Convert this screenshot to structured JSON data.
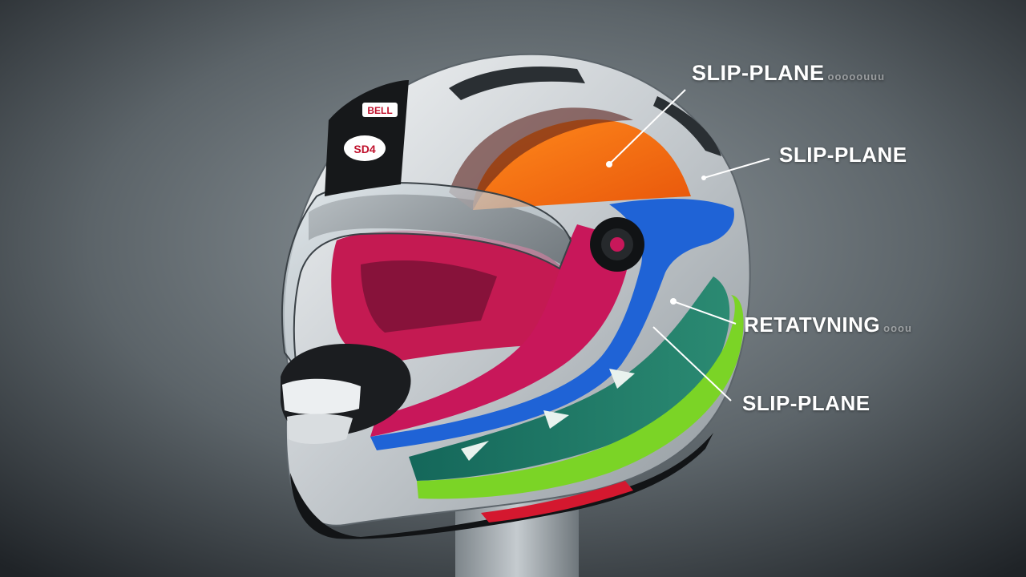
{
  "labels": {
    "top": {
      "text": "SLIP-PLANE",
      "trail": "ooooouuu"
    },
    "upper_right": {
      "text": "SLIP-PLANE"
    },
    "middle": {
      "text": "RETATVNING",
      "trail": "ooou"
    },
    "lower": {
      "text": "SLIP-PLANE"
    }
  },
  "helmet_logo": {
    "badge_top": "BELL",
    "badge": "SD4"
  },
  "colors": {
    "background": "#6f777c",
    "shell": "#d4d8db",
    "orange_layer": "#f27a12",
    "blue_layer": "#1f63d6",
    "magenta_layer": "#c8175a",
    "green_layer": "#7bd426",
    "teal_layer": "#1d6b5e",
    "visor": "#b9c3c9"
  }
}
